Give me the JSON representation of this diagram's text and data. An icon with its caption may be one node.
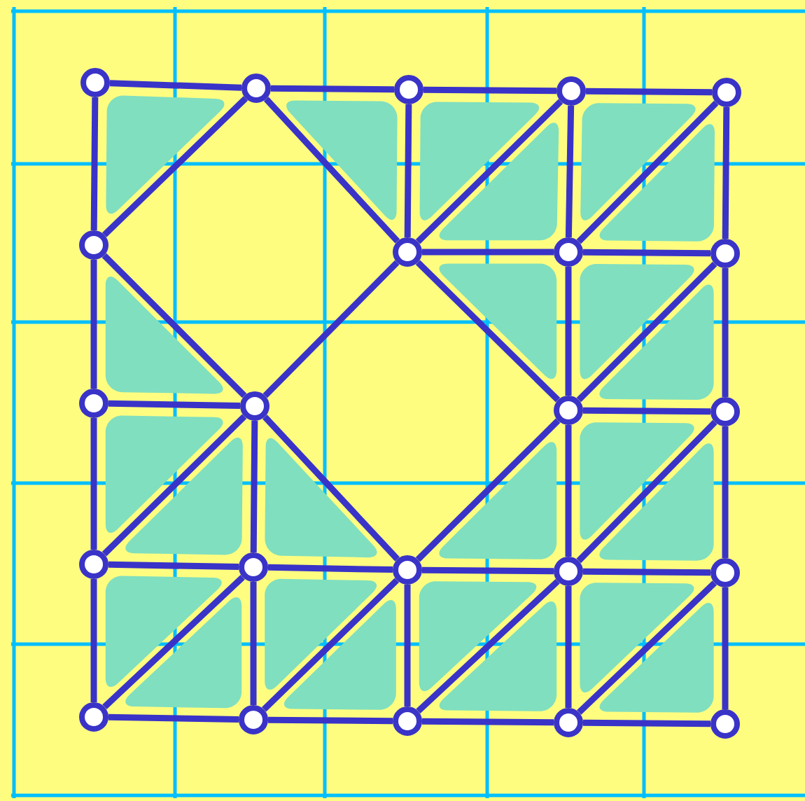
{
  "diagram": {
    "nodes": [
      {
        "text": [],
        "shape": "circle"
      },
      {
        "text": [],
        "shape": "circle"
      },
      {
        "text": [],
        "shape": "circle"
      },
      {
        "text": [],
        "shape": "circle"
      },
      {
        "text": [],
        "shape": "circle"
      },
      {
        "text": [],
        "shape": "circle"
      },
      {
        "text": [],
        "shape": "circle"
      },
      {
        "text": [],
        "shape": "circle"
      },
      {
        "text": [],
        "shape": "circle"
      },
      {
        "text": [],
        "shape": "circle"
      },
      {
        "text": [],
        "shape": "circle"
      },
      {
        "text": [],
        "shape": "circle"
      },
      {
        "text": [],
        "shape": "circle"
      },
      {
        "text": [],
        "shape": "circle"
      },
      {
        "text": [],
        "shape": "circle"
      },
      {
        "text": [],
        "shape": "circle"
      },
      {
        "text": [],
        "shape": "circle"
      },
      {
        "text": [],
        "shape": "circle"
      },
      {
        "text": [],
        "shape": "circle"
      },
      {
        "text": [],
        "shape": "circle"
      },
      {
        "text": [],
        "shape": "circle"
      },
      {
        "text": [],
        "shape": "circle"
      },
      {
        "text": [],
        "shape": "circle"
      }
    ],
    "edges": [
      {
        "from": 0,
        "to": 1,
        "arrow": "none"
      },
      {
        "from": 1,
        "to": 2,
        "arrow": "none"
      },
      {
        "from": 2,
        "to": 3,
        "arrow": "none"
      },
      {
        "from": 3,
        "to": 4,
        "arrow": "none"
      },
      {
        "from": 0,
        "to": 5,
        "arrow": "none"
      },
      {
        "from": 1,
        "to": 5,
        "arrow": "none"
      },
      {
        "from": 1,
        "to": 6,
        "arrow": "none"
      },
      {
        "from": 2,
        "to": 6,
        "arrow": "none"
      },
      {
        "from": 3,
        "to": 6,
        "arrow": "none"
      },
      {
        "from": 3,
        "to": 7,
        "arrow": "none"
      },
      {
        "from": 4,
        "to": 7,
        "arrow": "none"
      },
      {
        "from": 4,
        "to": 8,
        "arrow": "none"
      },
      {
        "from": 6,
        "to": 7,
        "arrow": "none"
      },
      {
        "from": 7,
        "to": 8,
        "arrow": "none"
      },
      {
        "from": 5,
        "to": 9,
        "arrow": "none"
      },
      {
        "from": 5,
        "to": 10,
        "arrow": "none"
      },
      {
        "from": 6,
        "to": 10,
        "arrow": "none"
      },
      {
        "from": 6,
        "to": 11,
        "arrow": "none"
      },
      {
        "from": 7,
        "to": 11,
        "arrow": "none"
      },
      {
        "from": 8,
        "to": 11,
        "arrow": "none"
      },
      {
        "from": 8,
        "to": 12,
        "arrow": "none"
      },
      {
        "from": 9,
        "to": 10,
        "arrow": "none"
      },
      {
        "from": 11,
        "to": 12,
        "arrow": "none"
      },
      {
        "from": 9,
        "to": 13,
        "arrow": "none"
      },
      {
        "from": 10,
        "to": 13,
        "arrow": "none"
      },
      {
        "from": 10,
        "to": 14,
        "arrow": "none"
      },
      {
        "from": 10,
        "to": 15,
        "arrow": "none"
      },
      {
        "from": 11,
        "to": 15,
        "arrow": "none"
      },
      {
        "from": 11,
        "to": 16,
        "arrow": "none"
      },
      {
        "from": 12,
        "to": 16,
        "arrow": "none"
      },
      {
        "from": 12,
        "to": 17,
        "arrow": "none"
      },
      {
        "from": 13,
        "to": 14,
        "arrow": "none"
      },
      {
        "from": 14,
        "to": 15,
        "arrow": "none"
      },
      {
        "from": 15,
        "to": 16,
        "arrow": "none"
      },
      {
        "from": 16,
        "to": 17,
        "arrow": "none"
      },
      {
        "from": 13,
        "to": 18,
        "arrow": "none"
      },
      {
        "from": 14,
        "to": 18,
        "arrow": "none"
      },
      {
        "from": 14,
        "to": 19,
        "arrow": "none"
      },
      {
        "from": 15,
        "to": 19,
        "arrow": "none"
      },
      {
        "from": 15,
        "to": 20,
        "arrow": "none"
      },
      {
        "from": 16,
        "to": 20,
        "arrow": "none"
      },
      {
        "from": 16,
        "to": 21,
        "arrow": "none"
      },
      {
        "from": 17,
        "to": 21,
        "arrow": "none"
      },
      {
        "from": 17,
        "to": 22,
        "arrow": "none"
      },
      {
        "from": 18,
        "to": 19,
        "arrow": "none"
      },
      {
        "from": 19,
        "to": 20,
        "arrow": "none"
      },
      {
        "from": 20,
        "to": 21,
        "arrow": "none"
      },
      {
        "from": 21,
        "to": 22,
        "arrow": "none"
      }
    ]
  }
}
